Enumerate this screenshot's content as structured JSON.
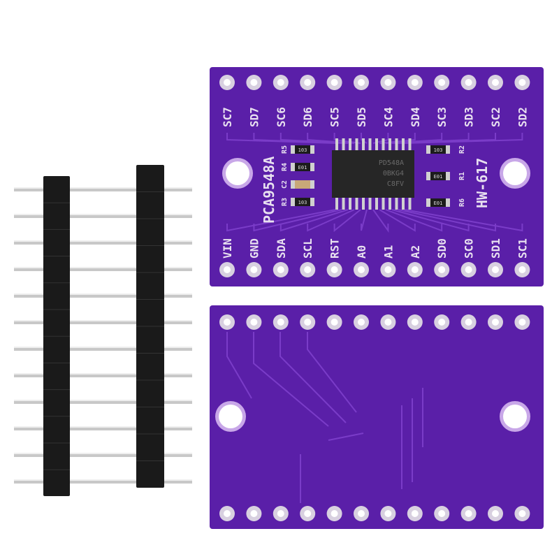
{
  "board": {
    "model_label": "HW-617",
    "chip_label": "PCA9548A",
    "top_pins": [
      "SC7",
      "SD7",
      "SC6",
      "SD6",
      "SC5",
      "SD5",
      "SC4",
      "SD4",
      "SC3",
      "SD3",
      "SC2",
      "SD2"
    ],
    "bottom_pins": [
      "VIN",
      "GND",
      "SDA",
      "SCL",
      "RST",
      "A0",
      "A1",
      "A2",
      "SD0",
      "SC0",
      "SD1",
      "SC1"
    ],
    "chip_marking": [
      "PD548A",
      "0BKG4",
      "C8FV"
    ],
    "left_components": [
      "R5",
      "R4",
      "C2",
      "R3"
    ],
    "left_codes": [
      "103",
      "E01",
      "",
      "103"
    ],
    "right_components": [
      "R2",
      "R1",
      "R6"
    ],
    "right_codes": [
      "103",
      "E01",
      "E01"
    ]
  },
  "colors": {
    "pcb": "#5a1fa8",
    "pcb_dark": "#3f1285",
    "trace": "#7a3cc8",
    "silk": "#e8e0f0",
    "header": "#1a1a1a",
    "pin": "#c8c8c8"
  }
}
